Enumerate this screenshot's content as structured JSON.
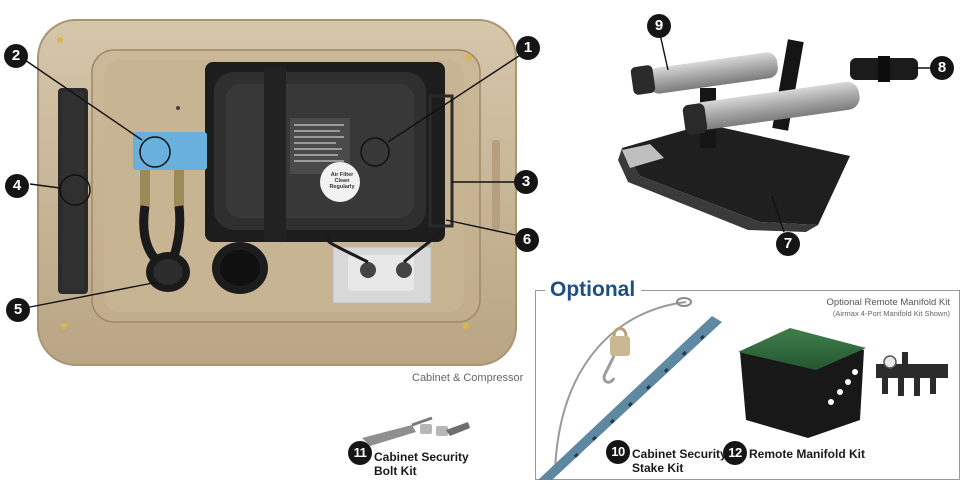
{
  "callouts": {
    "n1": "1",
    "n2": "2",
    "n3": "3",
    "n4": "4",
    "n5": "5",
    "n6": "6",
    "n7": "7",
    "n8": "8",
    "n9": "9",
    "n10": "10",
    "n11": "11",
    "n12": "12"
  },
  "captions": {
    "cabinet_compressor": "Cabinet & Compressor",
    "bolt_kit_line1": "Cabinet Security",
    "bolt_kit_line2": "Bolt Kit",
    "stake_kit_line1": "Cabinet Security",
    "stake_kit_line2": "Stake Kit",
    "remote_manifold_kit": "Remote Manifold Kit"
  },
  "optional": {
    "title": "Optional",
    "remote_kit_title": "Optional Remote Manifold Kit",
    "remote_kit_subtitle": "(Airmax 4-Port Manifold Kit Shown)"
  },
  "compressor_sticker": "Air Filter Clean Regularly",
  "colors": {
    "cabinet_tan": "#c9b79a",
    "compressor_black": "#2a2a2a",
    "manifold_blue": "#6ab0dc",
    "lid_green": "#2f6a3c",
    "optional_blue": "#1e4f82"
  }
}
